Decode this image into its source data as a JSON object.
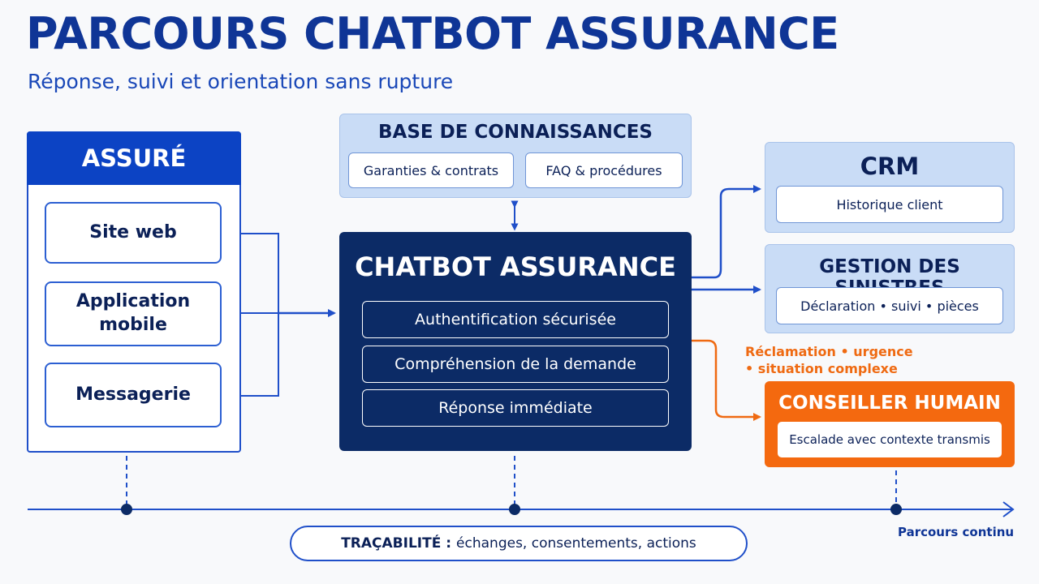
{
  "header": {
    "title": "PARCOURS CHATBOT ASSURANCE",
    "subtitle": "Réponse, suivi et orientation sans rupture"
  },
  "assure": {
    "title": "ASSURÉ",
    "channels": [
      "Site web",
      "Application\nmobile",
      "Messagerie"
    ]
  },
  "knowledge_base": {
    "title": "BASE DE CONNAISSANCES",
    "items": [
      "Garanties & contrats",
      "FAQ & procédures"
    ]
  },
  "chatbot": {
    "title": "CHATBOT ASSURANCE",
    "steps": [
      "Authentification sécurisée",
      "Compréhension de la demande",
      "Réponse immédiate"
    ]
  },
  "crm": {
    "title": "CRM",
    "item": "Historique client"
  },
  "claims": {
    "title": "GESTION DES SINISTRES",
    "item": "Déclaration • suivi • pièces"
  },
  "escalation": {
    "note": "Réclamation • urgence • situation complexe"
  },
  "human_advisor": {
    "title": "CONSEILLER HUMAIN",
    "item": "Escalade avec contexte transmis"
  },
  "timeline": {
    "label": "Parcours continu",
    "trace_label": "TRAÇABILITÉ :",
    "trace_text": "échanges, consentements, actions"
  },
  "colors": {
    "navy": "#0c2b66",
    "blue": "#0c43c4",
    "light_blue": "#c9dcf6",
    "orange": "#f4690f",
    "line_blue": "#1f4fc9"
  }
}
